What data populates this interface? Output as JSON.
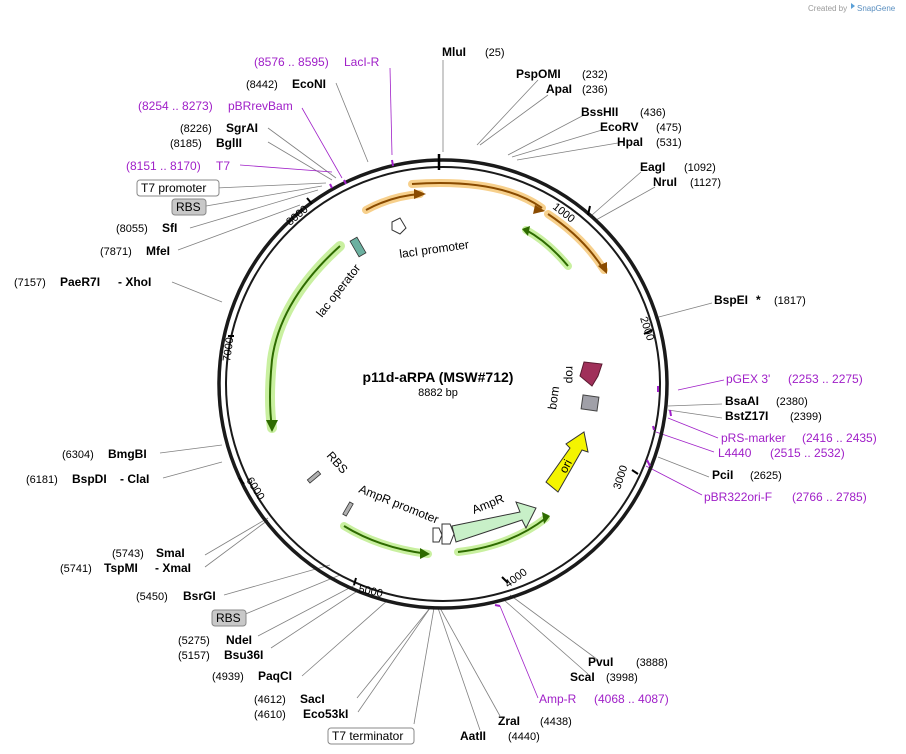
{
  "credit": "Created by",
  "brand": "SnapGene",
  "plasmid": {
    "name": "p11d-aRPA (MSW#712)",
    "length": "8882 bp"
  },
  "ticks": [
    "1000",
    "2000",
    "3000",
    "4000",
    "5000",
    "6000",
    "7000",
    "8000"
  ],
  "features": {
    "lacI_promoter": "lacI promoter",
    "lac_operator": "lac operator",
    "rop": "rop",
    "bom": "bom",
    "ori": "ori",
    "rbs_inner": "RBS",
    "ampr_promoter": "AmpR promoter",
    "ampr": "AmpR"
  },
  "enzymes": {
    "MluI": {
      "name": "MluI",
      "pos": "(25)"
    },
    "PspOMI": {
      "name": "PspOMI",
      "pos": "(232)"
    },
    "ApaI": {
      "name": "ApaI",
      "pos": "(236)"
    },
    "BssHII": {
      "name": "BssHII",
      "pos": "(436)"
    },
    "EcoRV": {
      "name": "EcoRV",
      "pos": "(475)"
    },
    "HpaI": {
      "name": "HpaI",
      "pos": "(531)"
    },
    "EagI": {
      "name": "EagI",
      "pos": "(1092)"
    },
    "NruI": {
      "name": "NruI",
      "pos": "(1127)"
    },
    "BspEI": {
      "name": "BspEI",
      "star": "*",
      "pos": "(1817)"
    },
    "BsaAI": {
      "name": "BsaAI",
      "pos": "(2380)"
    },
    "BstZ17I": {
      "name": "BstZ17I",
      "pos": "(2399)"
    },
    "PciI": {
      "name": "PciI",
      "pos": "(2625)"
    },
    "PvuI": {
      "name": "PvuI",
      "pos": "(3888)"
    },
    "ScaI": {
      "name": "ScaI",
      "pos": "(3998)"
    },
    "ZraI": {
      "name": "ZraI",
      "pos": "(4438)"
    },
    "AatII": {
      "name": "AatII",
      "pos": "(4440)"
    },
    "SacI": {
      "name": "SacI",
      "pos": "(4612)"
    },
    "Eco53kI": {
      "name": "Eco53kI",
      "pos": "(4610)"
    },
    "PaqCI": {
      "name": "PaqCI",
      "pos": "(4939)"
    },
    "Bsu36I": {
      "name": "Bsu36I",
      "pos": "(5157)"
    },
    "NdeI": {
      "name": "NdeI",
      "pos": "(5275)"
    },
    "BsrGI": {
      "name": "BsrGI",
      "pos": "(5450)"
    },
    "TspMI": {
      "name": "TspMI",
      "pos": "(5741)",
      "alt": "- XmaI"
    },
    "SmaI": {
      "name": "SmaI",
      "pos": "(5743)"
    },
    "BspDI": {
      "name": "BspDI",
      "pos": "(6181)",
      "alt": "- ClaI"
    },
    "BmgBI": {
      "name": "BmgBI",
      "pos": "(6304)"
    },
    "PaeR7I": {
      "name": "PaeR7I",
      "pos": "(7157)",
      "alt": "- XhoI"
    },
    "MfeI": {
      "name": "MfeI",
      "pos": "(7871)"
    },
    "SflI": {
      "name": "SfI",
      "pos": "(8055)"
    },
    "BglII": {
      "name": "BglII",
      "pos": "(8185)"
    },
    "SgrAI": {
      "name": "SgrAI",
      "pos": "(8226)"
    },
    "EcoNI": {
      "name": "EcoNI",
      "pos": "(8442)"
    }
  },
  "primers": {
    "LacI_R": {
      "name": "LacI-R",
      "range": "(8576 .. 8595)"
    },
    "pBRrevBam": {
      "name": "pBRrevBam",
      "range": "(8254 .. 8273)"
    },
    "T7": {
      "name": "T7",
      "range": "(8151 .. 8170)"
    },
    "pGEX3": {
      "name": "pGEX 3'",
      "range": "(2253 .. 2275)"
    },
    "pRS_marker": {
      "name": "pRS-marker",
      "range": "(2416 .. 2435)"
    },
    "L4440": {
      "name": "L4440",
      "range": "(2515 .. 2532)"
    },
    "pBR322ori_F": {
      "name": "pBR322ori-F",
      "range": "(2766 .. 2785)"
    },
    "Amp_R": {
      "name": "Amp-R",
      "range": "(4068 .. 4087)"
    }
  },
  "boxed": {
    "t7_promoter": "T7 promoter",
    "rbs_top": "RBS",
    "rbs_bottom": "RBS",
    "t7_terminator": "T7 terminator"
  },
  "colors": {
    "backbone": "#1a1a1a",
    "primer": "#a020c8",
    "orange_cds": "#e8901e",
    "green_cds": "#2e8b00",
    "rop": "#a0305a",
    "ori": "#f4f400",
    "ampr": "#c8f0c8",
    "bom": "#a0a0a8"
  }
}
